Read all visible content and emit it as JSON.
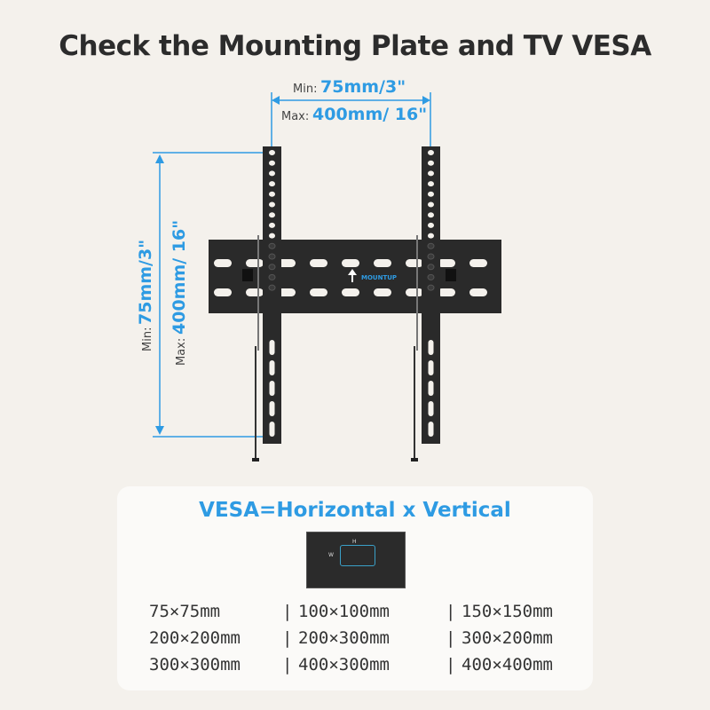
{
  "title": "Check the Mounting Plate and TV VESA",
  "horizontal": {
    "min_label": "Min:",
    "min_value": "75mm/3\"",
    "max_label": "Max:",
    "max_value": "400mm/ 16\""
  },
  "vertical": {
    "min_label": "Min:",
    "min_value": "75mm/3\"",
    "max_label": "Max:",
    "max_value": "400mm/ 16\""
  },
  "brand": "MOUNTUP",
  "card": {
    "title": "VESA=Horizontal x Vertical",
    "tv_h": "H",
    "tv_w": "W",
    "separator": "|",
    "rows": [
      [
        "75×75mm",
        "100×100mm",
        "150×150mm"
      ],
      [
        "200×200mm",
        "200×300mm",
        "300×200mm"
      ],
      [
        "300×300mm",
        "400×300mm",
        "400×400mm"
      ]
    ]
  },
  "colors": {
    "accent": "#2e9be3",
    "background": "#f4f1ec",
    "metal": "#2a2a2a"
  }
}
